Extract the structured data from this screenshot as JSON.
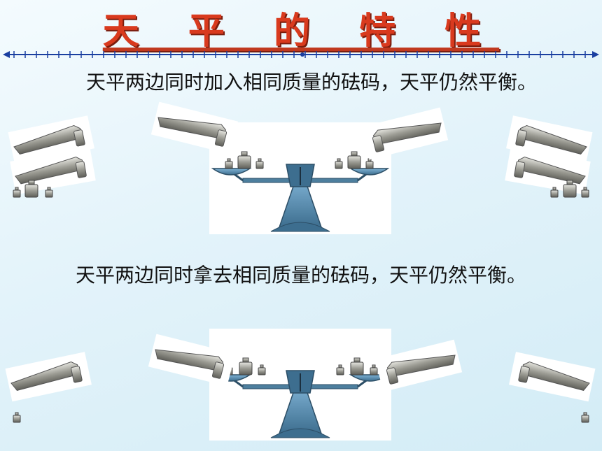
{
  "title": "天 平 的 特 性",
  "statement_add": "天平两边同时加入相同质量的砝码，天平仍然平衡。",
  "statement_remove": "天平两边同时拿去相同质量的砝码，天平仍然平衡。",
  "icons": [
    "balance-scale-icon",
    "weight-icon",
    "tweezers-icon"
  ],
  "colors": {
    "title": "#d93a1e",
    "scale": "#4d7f9e",
    "ruler": "#1a3fa0"
  }
}
